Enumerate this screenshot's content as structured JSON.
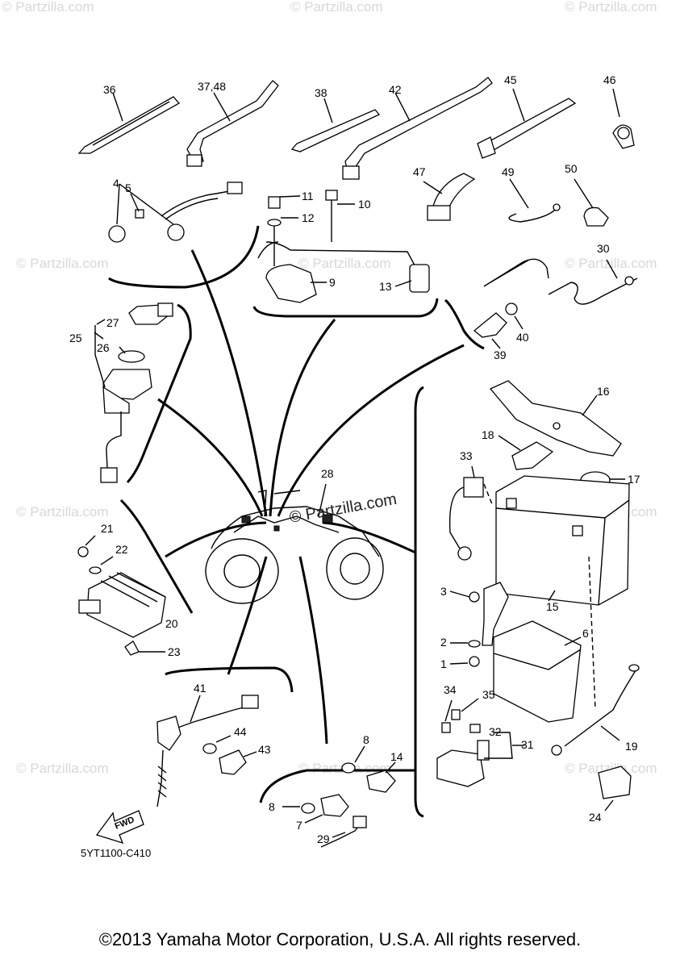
{
  "watermark_text": "© Partzilla.com",
  "center_watermark": "© Partzilla.com",
  "diagram_code": "5YT1100-C410",
  "fwd_label": "FWD",
  "copyright": "©2013 Yamaha Motor Corporation, U.S.A. All rights reserved.",
  "callouts": {
    "c36": "36",
    "c37_48": "37,48",
    "c38": "38",
    "c42": "42",
    "c45": "45",
    "c46": "46",
    "c4": "4",
    "c5": "5",
    "c11": "11",
    "c10": "10",
    "c12": "12",
    "c9": "9",
    "c13": "13",
    "c47": "47",
    "c49": "49",
    "c50": "50",
    "c30": "30",
    "c40": "40",
    "c39": "39",
    "c27": "27",
    "c25": "25",
    "c26": "26",
    "c16": "16",
    "c18": "18",
    "c17": "17",
    "c33": "33",
    "c28": "28",
    "c21": "21",
    "c22": "22",
    "c20": "20",
    "c23": "23",
    "c3": "3",
    "c15": "15",
    "c6": "6",
    "c2": "2",
    "c1": "1",
    "c41": "41",
    "c44": "44",
    "c43": "43",
    "c34": "34",
    "c35": "35",
    "c32": "32",
    "c31": "31",
    "c19": "19",
    "c8a": "8",
    "c14": "14",
    "c8b": "8",
    "c7": "7",
    "c29": "29",
    "c24": "24"
  }
}
